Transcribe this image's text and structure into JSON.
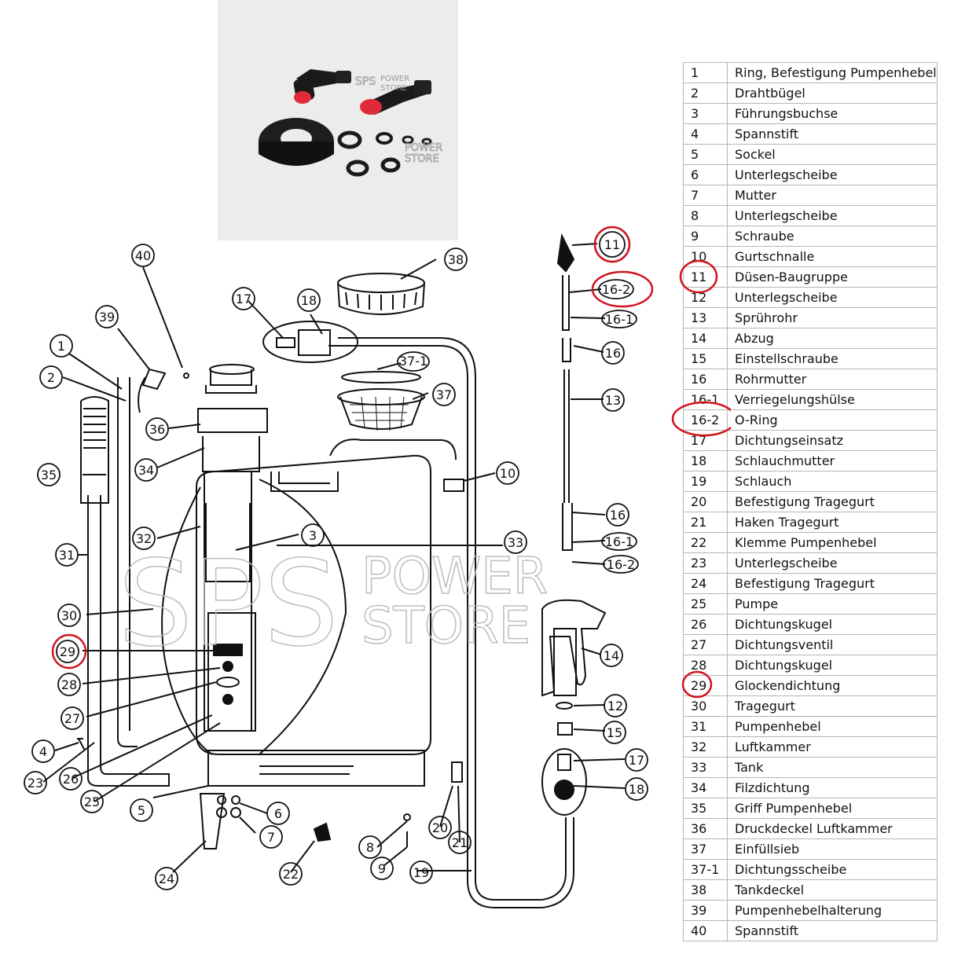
{
  "photo": {
    "watermark_line1": "POWER",
    "watermark_line2": "STORE",
    "logo": "SPS"
  },
  "watermark": {
    "logo": "SPS",
    "line1": "POWER",
    "line2": "STORE"
  },
  "diagram_labels": [
    "40",
    "38",
    "17",
    "18",
    "39",
    "1",
    "2",
    "37-1",
    "37",
    "36",
    "34",
    "35",
    "32",
    "3",
    "31",
    "30",
    "29",
    "28",
    "27",
    "4",
    "23",
    "26",
    "25",
    "5",
    "6",
    "7",
    "24",
    "22",
    "8",
    "9",
    "19",
    "20",
    "21",
    "10",
    "33",
    "11",
    "16-2",
    "16-1",
    "16",
    "13",
    "16",
    "16-1",
    "16-2",
    "14",
    "12",
    "15",
    "17",
    "18"
  ],
  "highlight_color": "#d0141e",
  "parts": [
    {
      "num": "1",
      "name": "Ring, Befestigung Pumpenhebel"
    },
    {
      "num": "2",
      "name": "Drahtbügel"
    },
    {
      "num": "3",
      "name": "Führungsbuchse"
    },
    {
      "num": "4",
      "name": "Spannstift"
    },
    {
      "num": "5",
      "name": "Sockel"
    },
    {
      "num": "6",
      "name": "Unterlegscheibe"
    },
    {
      "num": "7",
      "name": "Mutter"
    },
    {
      "num": "8",
      "name": "Unterlegscheibe"
    },
    {
      "num": "9",
      "name": "Schraube"
    },
    {
      "num": "10",
      "name": "Gurtschnalle"
    },
    {
      "num": "11",
      "name": "Düsen-Baugruppe"
    },
    {
      "num": "12",
      "name": "Unterlegscheibe"
    },
    {
      "num": "13",
      "name": "Sprührohr"
    },
    {
      "num": "14",
      "name": "Abzug"
    },
    {
      "num": "15",
      "name": "Einstellschraube"
    },
    {
      "num": "16",
      "name": "Rohrmutter"
    },
    {
      "num": "16-1",
      "name": "Verriegelungshülse"
    },
    {
      "num": "16-2",
      "name": "O-Ring"
    },
    {
      "num": "17",
      "name": "Dichtungseinsatz"
    },
    {
      "num": "18",
      "name": "Schlauchmutter"
    },
    {
      "num": "19",
      "name": "Schlauch"
    },
    {
      "num": "20",
      "name": "Befestigung Tragegurt"
    },
    {
      "num": "21",
      "name": "Haken Tragegurt"
    },
    {
      "num": "22",
      "name": "Klemme Pumpenhebel"
    },
    {
      "num": "23",
      "name": "Unterlegscheibe"
    },
    {
      "num": "24",
      "name": "Befestigung Tragegurt"
    },
    {
      "num": "25",
      "name": "Pumpe"
    },
    {
      "num": "26",
      "name": "Dichtungskugel"
    },
    {
      "num": "27",
      "name": "Dichtungsventil"
    },
    {
      "num": "28",
      "name": "Dichtungskugel"
    },
    {
      "num": "29",
      "name": "Glockendichtung"
    },
    {
      "num": "30",
      "name": "Tragegurt"
    },
    {
      "num": "31",
      "name": "Pumpenhebel"
    },
    {
      "num": "32",
      "name": "Luftkammer"
    },
    {
      "num": "33",
      "name": "Tank"
    },
    {
      "num": "34",
      "name": "Filzdichtung"
    },
    {
      "num": "35",
      "name": "Griff Pumpenhebel"
    },
    {
      "num": "36",
      "name": "Druckdeckel Luftkammer"
    },
    {
      "num": "37",
      "name": "Einfüllsieb"
    },
    {
      "num": "37-1",
      "name": "Dichtungsscheibe"
    },
    {
      "num": "38",
      "name": "Tankdeckel"
    },
    {
      "num": "39",
      "name": "Pumpenhebelhalterung"
    },
    {
      "num": "40",
      "name": "Spannstift"
    }
  ]
}
